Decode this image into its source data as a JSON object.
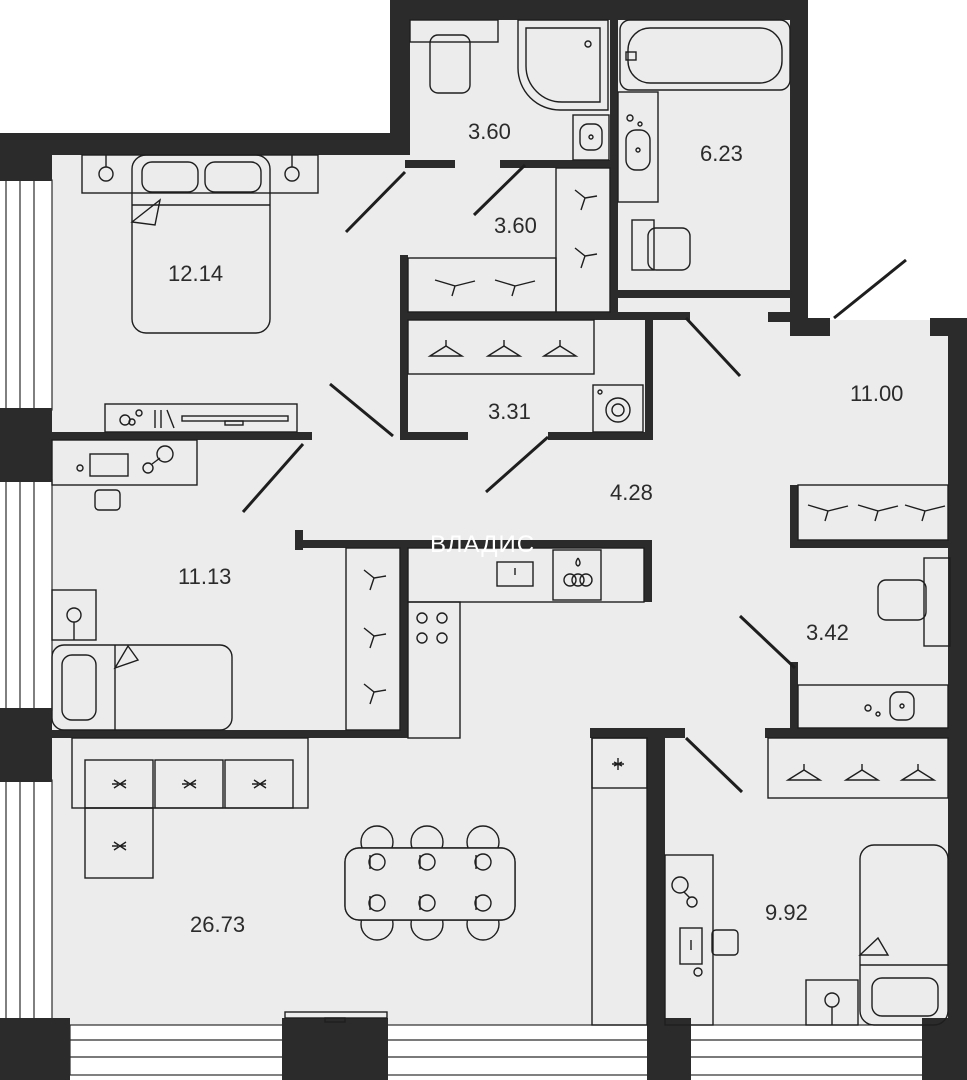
{
  "plan": {
    "wall_color": "#2b2b2b",
    "floor_color": "#ececec",
    "background_color": "#ffffff",
    "watermark": "ВЛАДИС",
    "rooms": [
      {
        "id": "bedroom-1",
        "area": "12.14"
      },
      {
        "id": "bathroom-small",
        "area": "3.60"
      },
      {
        "id": "dressing-small",
        "area": "3.60"
      },
      {
        "id": "bathroom-large",
        "area": "6.23"
      },
      {
        "id": "hall-right",
        "area": "11.00"
      },
      {
        "id": "storage",
        "area": "3.31"
      },
      {
        "id": "corridor",
        "area": "4.28"
      },
      {
        "id": "bedroom-2",
        "area": "11.13"
      },
      {
        "id": "wc",
        "area": "3.42"
      },
      {
        "id": "living-kitchen",
        "area": "26.73"
      },
      {
        "id": "bedroom-3",
        "area": "9.92"
      }
    ]
  }
}
